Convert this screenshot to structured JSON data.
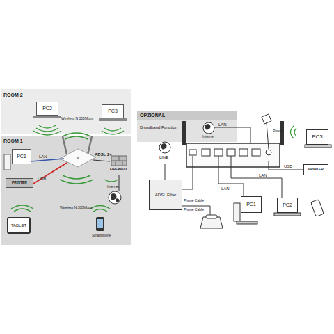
{
  "diagram": {
    "nodes": [
      {
        "text": [
          "PC2"
        ]
      },
      {
        "text": [
          "PC3"
        ]
      },
      {
        "text": [
          "PC1"
        ]
      },
      {
        "text": [
          "PRINTER"
        ]
      },
      {
        "text": [
          "TABLET"
        ]
      },
      {
        "text": [
          "OPZIONAL",
          "Broadband Function"
        ]
      },
      {
        "text": [
          "PC3"
        ]
      },
      {
        "text": [
          "PRINTER"
        ]
      },
      {
        "text": [
          "ADSL Filter"
        ]
      },
      {
        "text": [
          "PC1"
        ]
      },
      {
        "text": [
          "PC2"
        ]
      }
    ],
    "labels": [
      "ROOM 2",
      "Wireless N 300Mbps",
      "ROOM 1",
      "LAN",
      "USB",
      "ADSL 2+",
      "FIREWALL",
      "Internet",
      "Wireless N 300Mbps",
      "Smartphone",
      "Internet",
      "LAN",
      "Power",
      "LINE",
      "USB",
      "Phone Cable",
      "Phone Cable",
      "LAN",
      "LAN"
    ]
  }
}
